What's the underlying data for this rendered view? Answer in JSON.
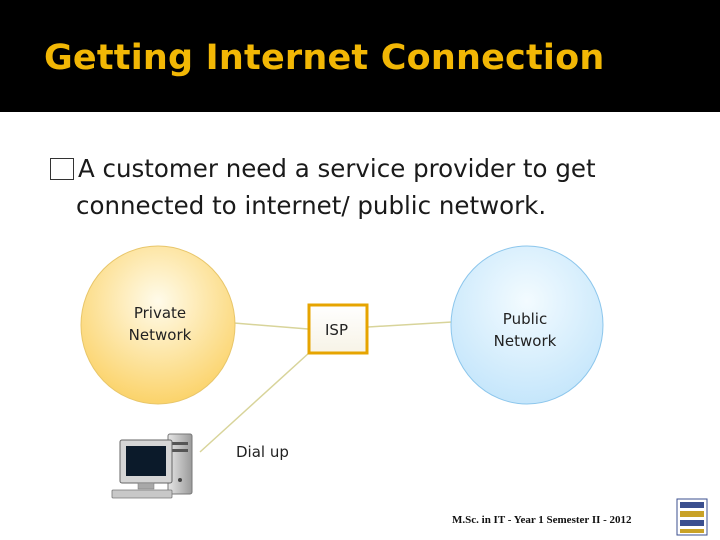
{
  "slide": {
    "title": "Getting Internet Connection",
    "bullet_line1": "A customer need a service provider to get",
    "bullet_line2": "connected to internet/ public network."
  },
  "diagram": {
    "private_network": "Private\nNetwork",
    "isp": "ISP",
    "public_network": "Public\nNetwork",
    "dial_up": "Dial up"
  },
  "footer": {
    "text": "M.Sc. in IT - Year 1 Semester II - 2012"
  },
  "colors": {
    "title": "#f2b705",
    "isp_border": "#e6a400",
    "private_fill": "#fbd36a",
    "public_fill": "#c5e6fb"
  }
}
